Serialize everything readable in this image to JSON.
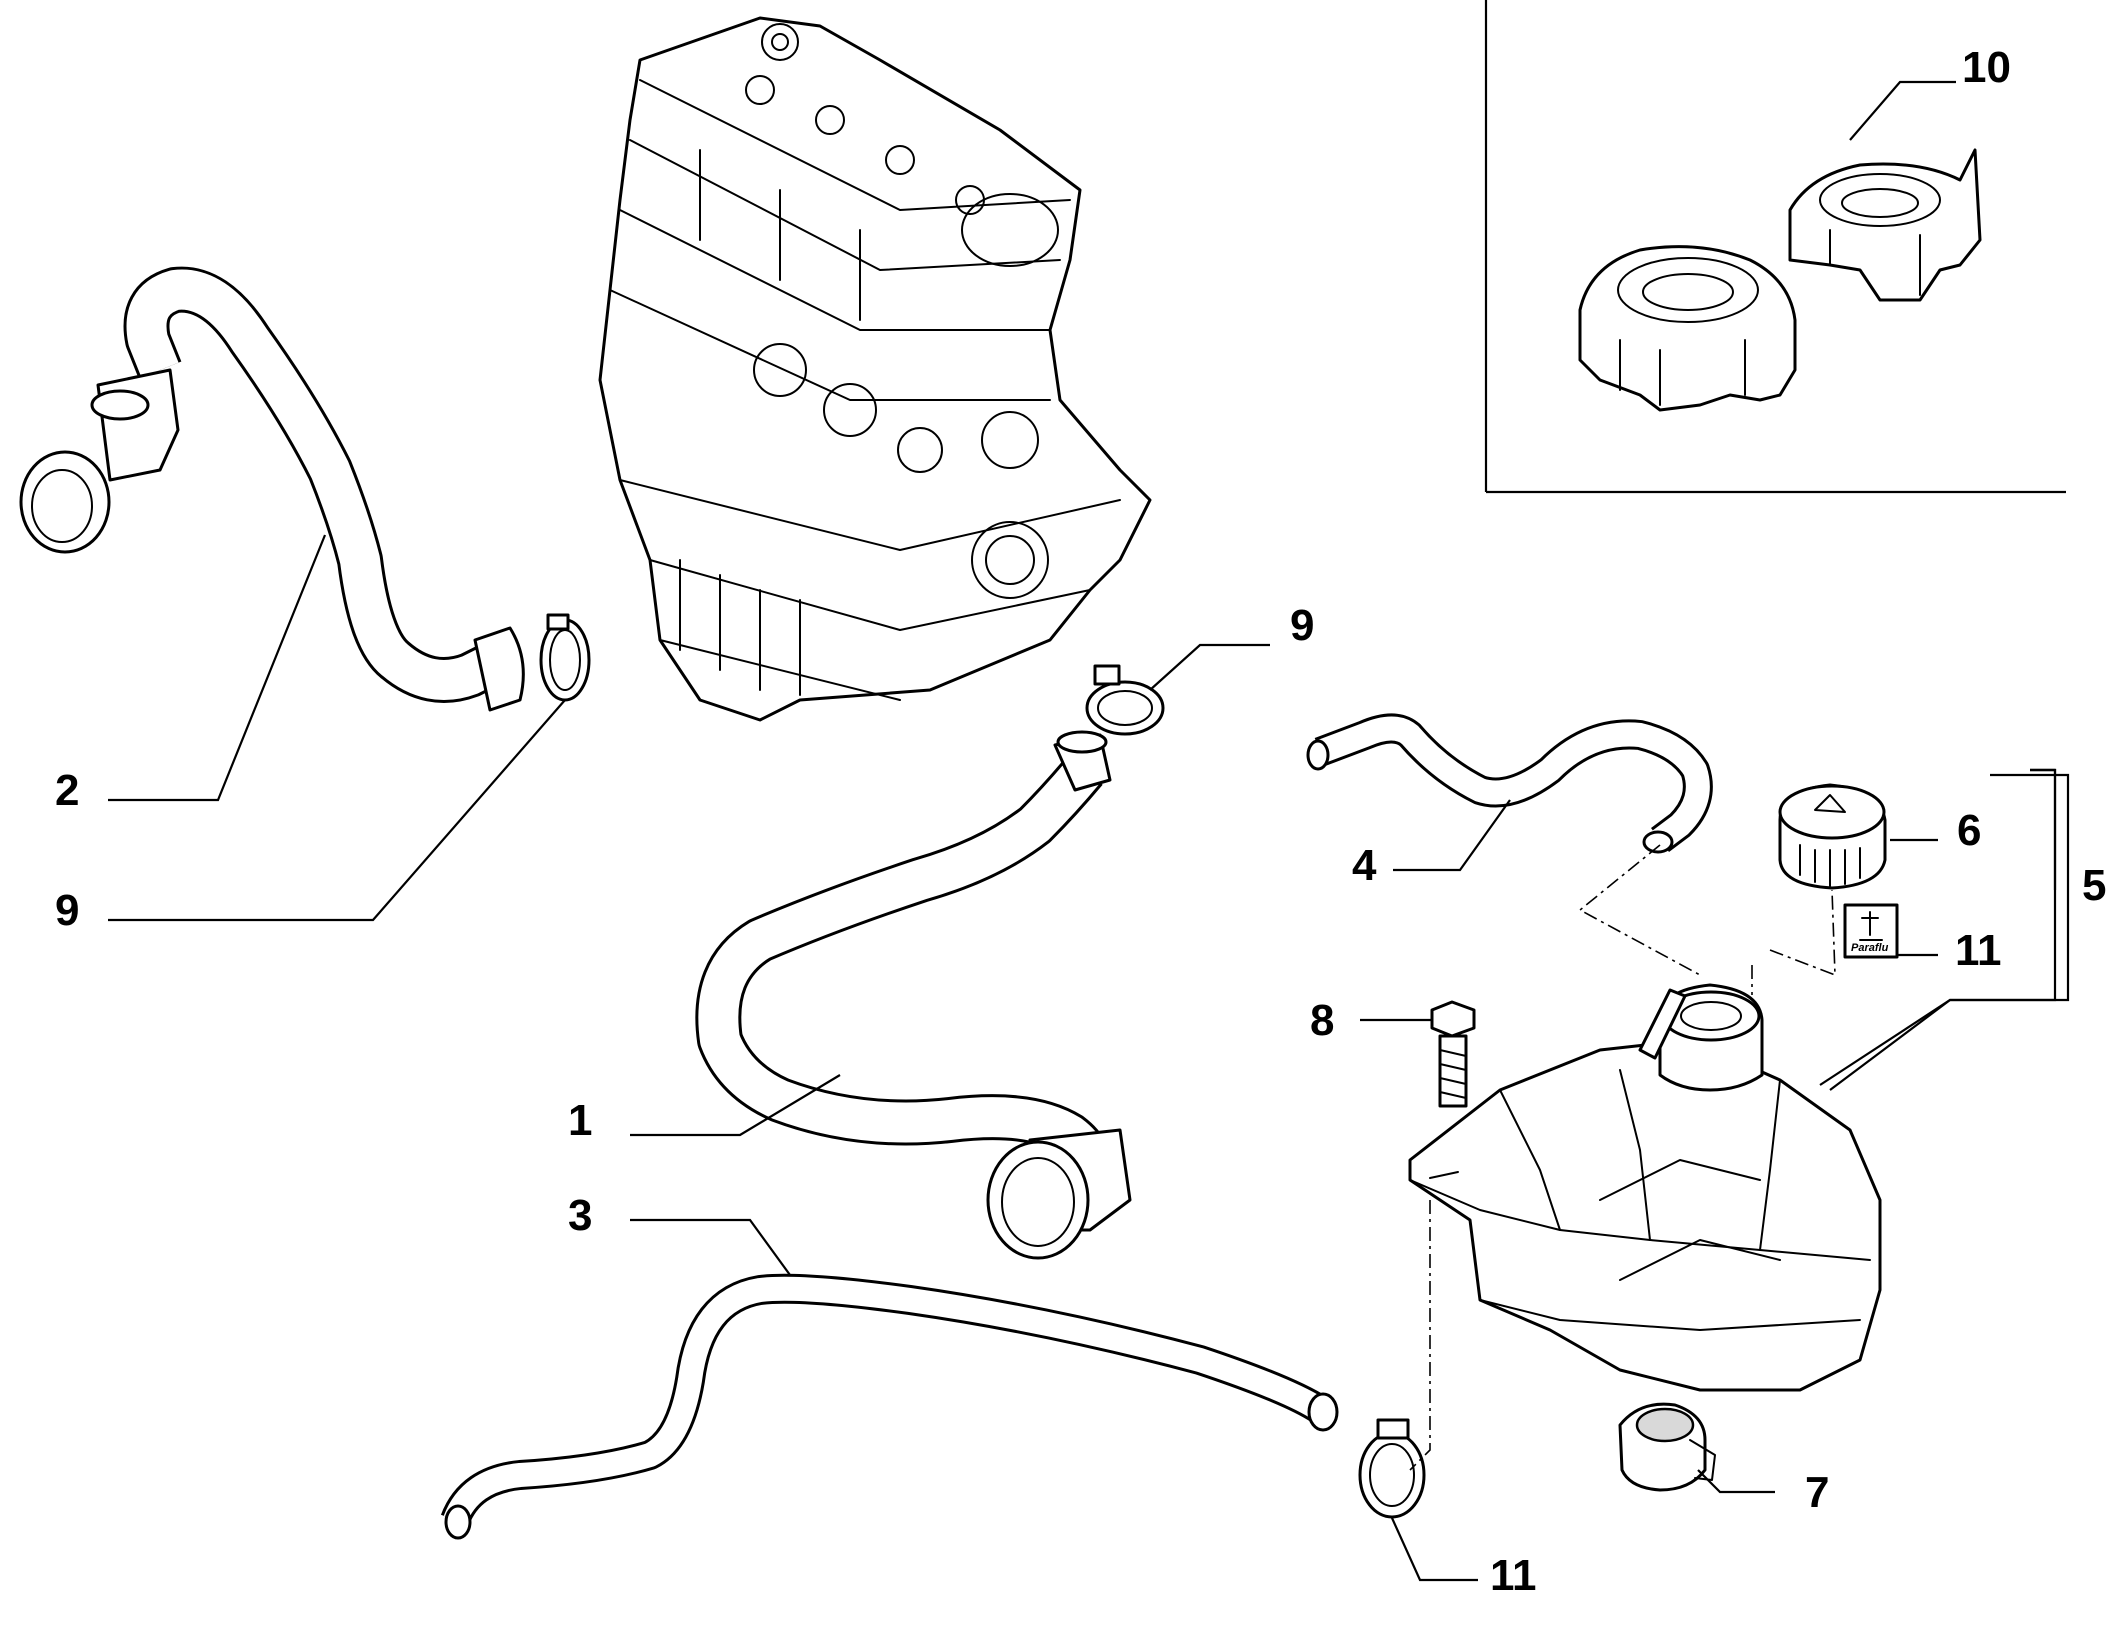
{
  "callouts": [
    {
      "id": "1",
      "label": "1"
    },
    {
      "id": "2",
      "label": "2"
    },
    {
      "id": "3",
      "label": "3"
    },
    {
      "id": "4",
      "label": "4"
    },
    {
      "id": "5",
      "label": "5"
    },
    {
      "id": "6",
      "label": "6"
    },
    {
      "id": "7",
      "label": "7"
    },
    {
      "id": "8",
      "label": "8"
    },
    {
      "id": "9a",
      "label": "9"
    },
    {
      "id": "9b",
      "label": "9"
    },
    {
      "id": "10",
      "label": "10"
    },
    {
      "id": "11a",
      "label": "11"
    },
    {
      "id": "11b",
      "label": "11"
    }
  ],
  "decal": {
    "text": "Paraflu"
  }
}
